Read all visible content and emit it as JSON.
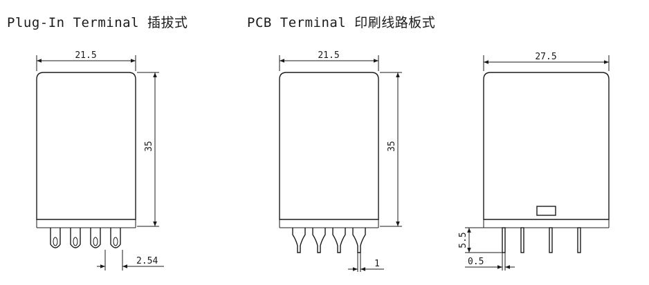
{
  "titles": {
    "plug_in": "Plug-In Terminal 插拔式",
    "pcb": "PCB Terminal 印刷线路板式"
  },
  "plug_in_view": {
    "width_dim": "21.5",
    "height_dim": "35",
    "pitch_dim": "2.54"
  },
  "pcb_view": {
    "width_dim": "21.5",
    "height_dim": "35",
    "pin_dim": "1"
  },
  "side_view": {
    "width_dim": "27.5",
    "pin_length_dim": "5.5",
    "pin_thickness_dim": "0.5"
  }
}
